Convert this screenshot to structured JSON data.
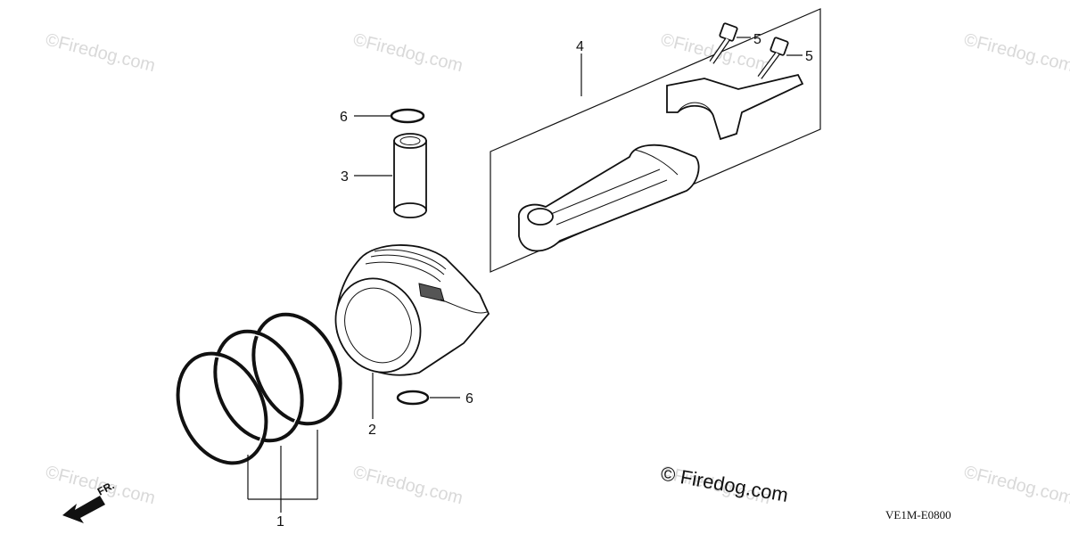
{
  "callouts": {
    "ring_set": "1",
    "piston": "2",
    "piston_pin": "3",
    "connecting_rod": "4",
    "bolt_a": "5",
    "bolt_b": "5",
    "clip_top": "6",
    "clip_bottom": "6"
  },
  "watermarks": [
    "©Firedog.com",
    "©Firedog.com",
    "©Firedog.com",
    "©Firedog.com",
    "©Firedog.com",
    "©Firedog.com",
    "©Firedog.com",
    "©Firedog.com"
  ],
  "brand_mark": "© Firedog.com",
  "direction_label": "FR.",
  "diagram_code": "VE1M-E0800"
}
